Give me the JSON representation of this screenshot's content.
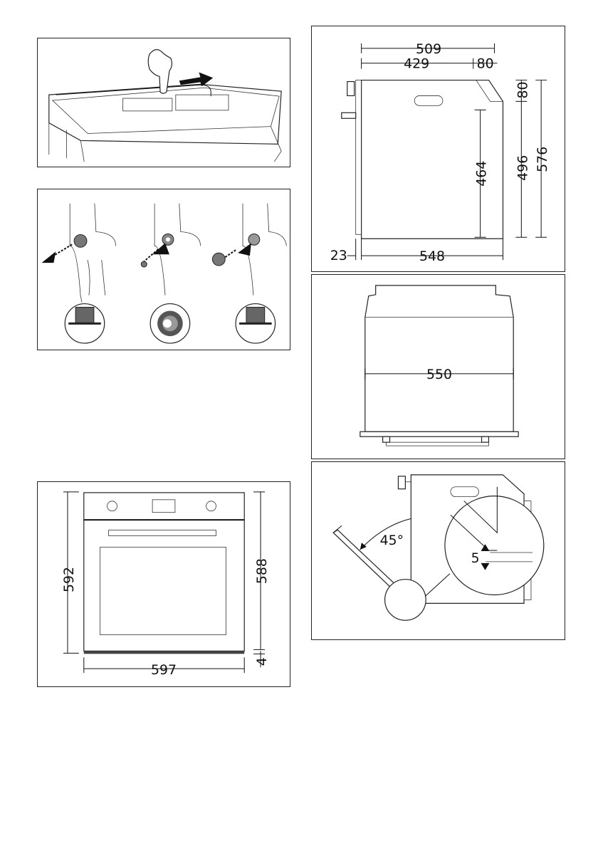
{
  "fig_top_view": {
    "description_icons": [
      "hand-icon",
      "arrow-right-icon"
    ]
  },
  "fig_plugs": {
    "steps": [
      "remove-plug",
      "insert-screw",
      "insert-cover"
    ]
  },
  "fig_front": {
    "height_left": "592",
    "height_right": "588",
    "bottom_gap": "4",
    "width": "597"
  },
  "fig_side": {
    "top_total": "509",
    "top_body": "429",
    "top_right": "80",
    "right_top": "80",
    "inner_height": "464",
    "height_mid": "496",
    "height_total": "576",
    "front_offset": "23",
    "depth": "548"
  },
  "fig_back": {
    "width": "550"
  },
  "fig_door": {
    "angle": "45°",
    "gap": "5"
  }
}
